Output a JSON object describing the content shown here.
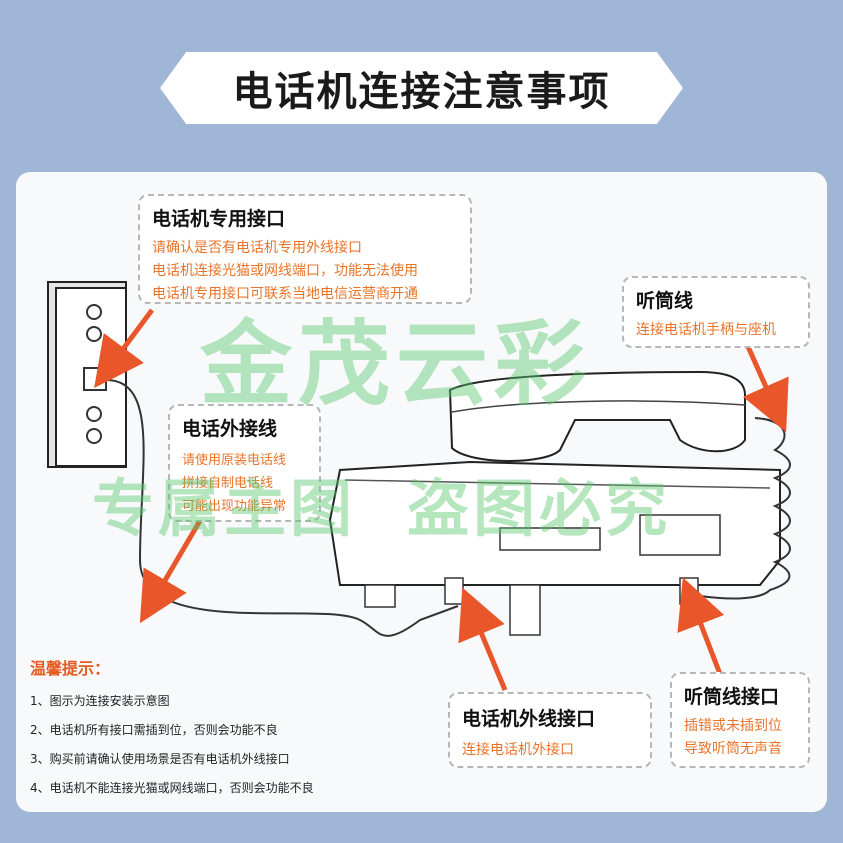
{
  "title": "电话机连接注意事项",
  "boxes": {
    "dedicated": {
      "title": "电话机专用接口",
      "lines": [
        "请确认是否有电话机专用外线接口",
        "电话机连接光猫或网线端口，功能无法使用",
        "电话机专用接口可联系当地电信运营商开通"
      ]
    },
    "handset_cord": {
      "title": "听筒线",
      "lines": [
        "连接电话机手柄与座机"
      ]
    },
    "external_line": {
      "title": "电话外接线",
      "lines": [
        "请使用原装电话线",
        "拼接自制电话线",
        "可能出现功能异常"
      ]
    },
    "line_port": {
      "title": "电话机外线接口",
      "lines": [
        "连接电话机外接口"
      ]
    },
    "handset_port": {
      "title": "听筒线接口",
      "lines": [
        "插错或未插到位",
        "导致听筒无声音"
      ]
    }
  },
  "tips": {
    "heading": "温馨提示：",
    "items": [
      "1、图示为连接安装示意图",
      "2、电话机所有接口需插到位，否则会功能不良",
      "3、购买前请确认使用场景是否有电话机外线接口",
      "4、电话机不能连接光猫或网线端口，否则会功能不良"
    ]
  },
  "watermark": {
    "logo": "金茂云彩",
    "text": "专属主图  盗图必究"
  },
  "colors": {
    "accent": "#e8742a",
    "arrow": "#e8562a",
    "background": "#9fb6d6"
  }
}
